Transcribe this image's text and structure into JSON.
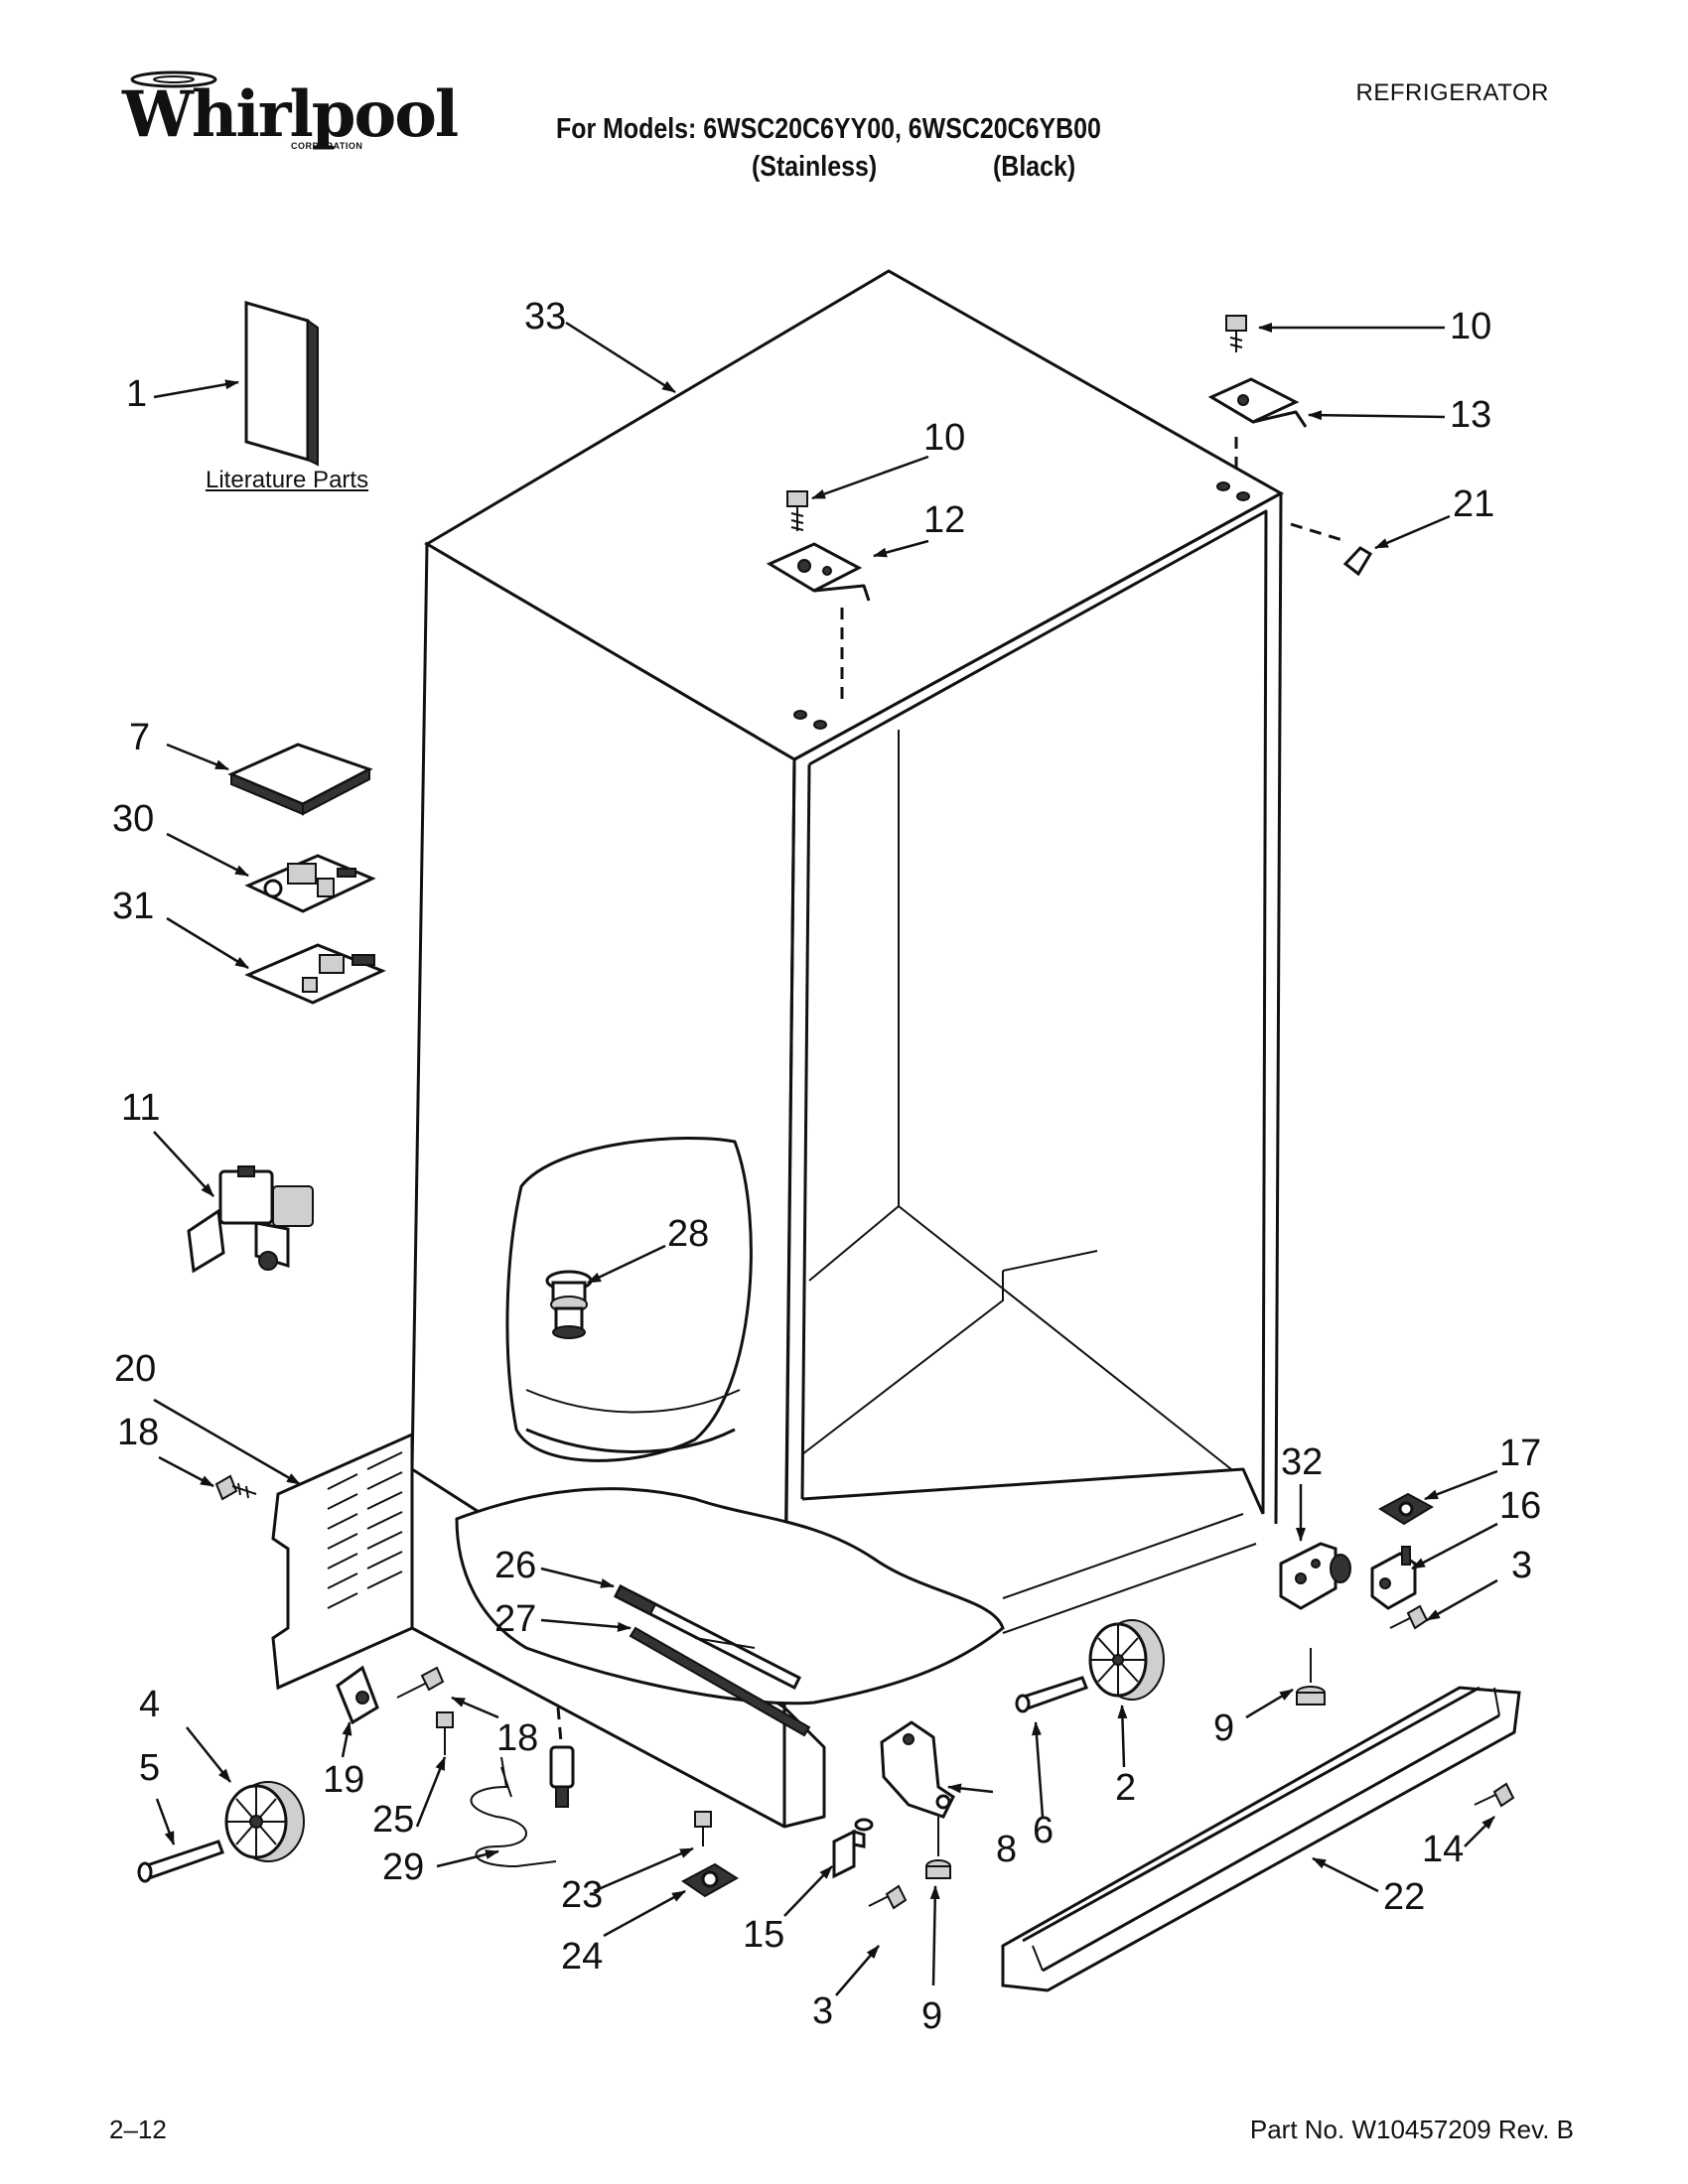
{
  "header": {
    "brand": "Whirlpool",
    "brand_sub": "CORPORATION",
    "category": "REFRIGERATOR",
    "models_line": "For Models: 6WSC20C6YY00, 6WSC20C6YB00",
    "finish_1": "(Stainless)",
    "finish_2": "(Black)"
  },
  "literature_label": "Literature Parts",
  "callouts": {
    "c1": "1",
    "c2": "2",
    "c3a": "3",
    "c3b": "3",
    "c4": "4",
    "c5": "5",
    "c6": "6",
    "c7": "7",
    "c8": "8",
    "c9a": "9",
    "c9b": "9",
    "c10a": "10",
    "c10b": "10",
    "c11": "11",
    "c12": "12",
    "c13": "13",
    "c14": "14",
    "c15": "15",
    "c16": "16",
    "c17": "17",
    "c18a": "18",
    "c18b": "18",
    "c19": "19",
    "c20": "20",
    "c21": "21",
    "c22": "22",
    "c23": "23",
    "c24": "24",
    "c25": "25",
    "c26": "26",
    "c27": "27",
    "c28": "28",
    "c29": "29",
    "c30": "30",
    "c31": "31",
    "c32": "32",
    "c33": "33"
  },
  "footer": {
    "page": "2–12",
    "part_no": "Part No. W10457209 Rev. B"
  }
}
